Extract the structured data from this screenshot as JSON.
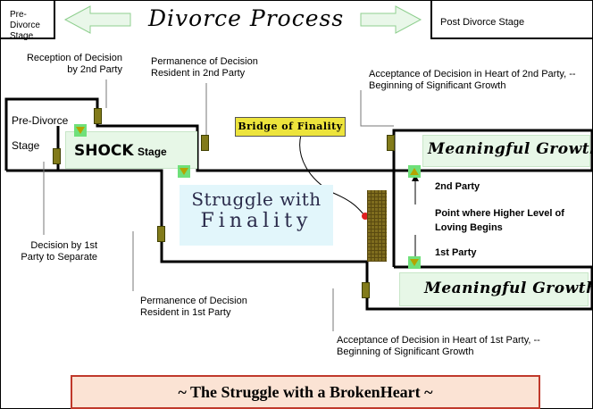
{
  "title": "Divorce Process",
  "nav": {
    "prev_label": "Pre-Divorce Stage",
    "next_label": "Post Divorce Stage"
  },
  "labels": {
    "reception": "Reception of Decision by 2nd Party",
    "permanence_2nd": "Permanence of Decision Resident in 2nd Party",
    "acceptance_2nd": "Acceptance of Decision in Heart of 2nd Party, --Beginning of Significant Growth",
    "pre_divorce_stage": "Pre-Divorce Stage",
    "shock": "SHOCK",
    "shock_suffix": "Stage",
    "bridge": "Bridge of Finality",
    "struggle_line1": "Struggle with",
    "struggle_line2": "Finality",
    "meaningful_growth_top": "Meaningful Growth",
    "meaningful_growth_bottom": "Meaningful Growth",
    "second_party": "2nd Party",
    "first_party": "1st Party",
    "point_higher": "Point where Higher Level of Loving Begins",
    "decision_1st": "Decision by 1st Party to Separate",
    "permanence_1st": "Permanence of Decision Resident in 1st Party",
    "acceptance_1st": "Acceptance of Decision in Heart of 1st Party, --Beginning of Significant Growth"
  },
  "footer": "~ The Struggle with a BrokenHeart ~",
  "colors": {
    "bridge_fill": "#ede43c",
    "struggle_fill": "#e2f6fb",
    "growth_fill": "#e7f7e7",
    "footer_fill": "#fbe3d4",
    "footer_border": "#c0392b",
    "marker_fill": "#827b1a"
  }
}
